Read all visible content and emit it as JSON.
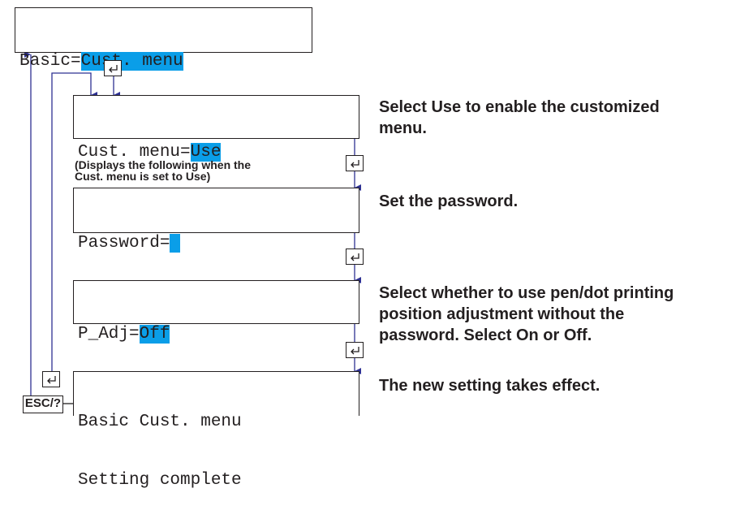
{
  "screens": {
    "basic": {
      "prefix": "Basic=",
      "value": "Cust. menu"
    },
    "cust_menu": {
      "prefix": "Cust. menu=",
      "value": "Use"
    },
    "password": {
      "prefix": "Password=",
      "value": " "
    },
    "p_adj": {
      "prefix": "P_Adj=",
      "value": "Off"
    },
    "complete": {
      "line1": "Basic Cust. menu",
      "line2": "Setting complete"
    }
  },
  "descriptions": {
    "cust_menu": "Select Use to enable the customized\nmenu.",
    "password": "Set the password.",
    "p_adj": "Select whether to use pen/dot printing\nposition adjustment without the\npassword. Select On or Off.",
    "complete": "The new setting takes effect."
  },
  "note": "(Displays the following when the\n Cust. menu is set to Use)",
  "keys": {
    "esc_label": "ESC/?",
    "enter_icon": "enter-key-icon"
  },
  "colors": {
    "highlight": "#0a9ee8",
    "arrow": "#2e3192",
    "border": "#231f20"
  }
}
